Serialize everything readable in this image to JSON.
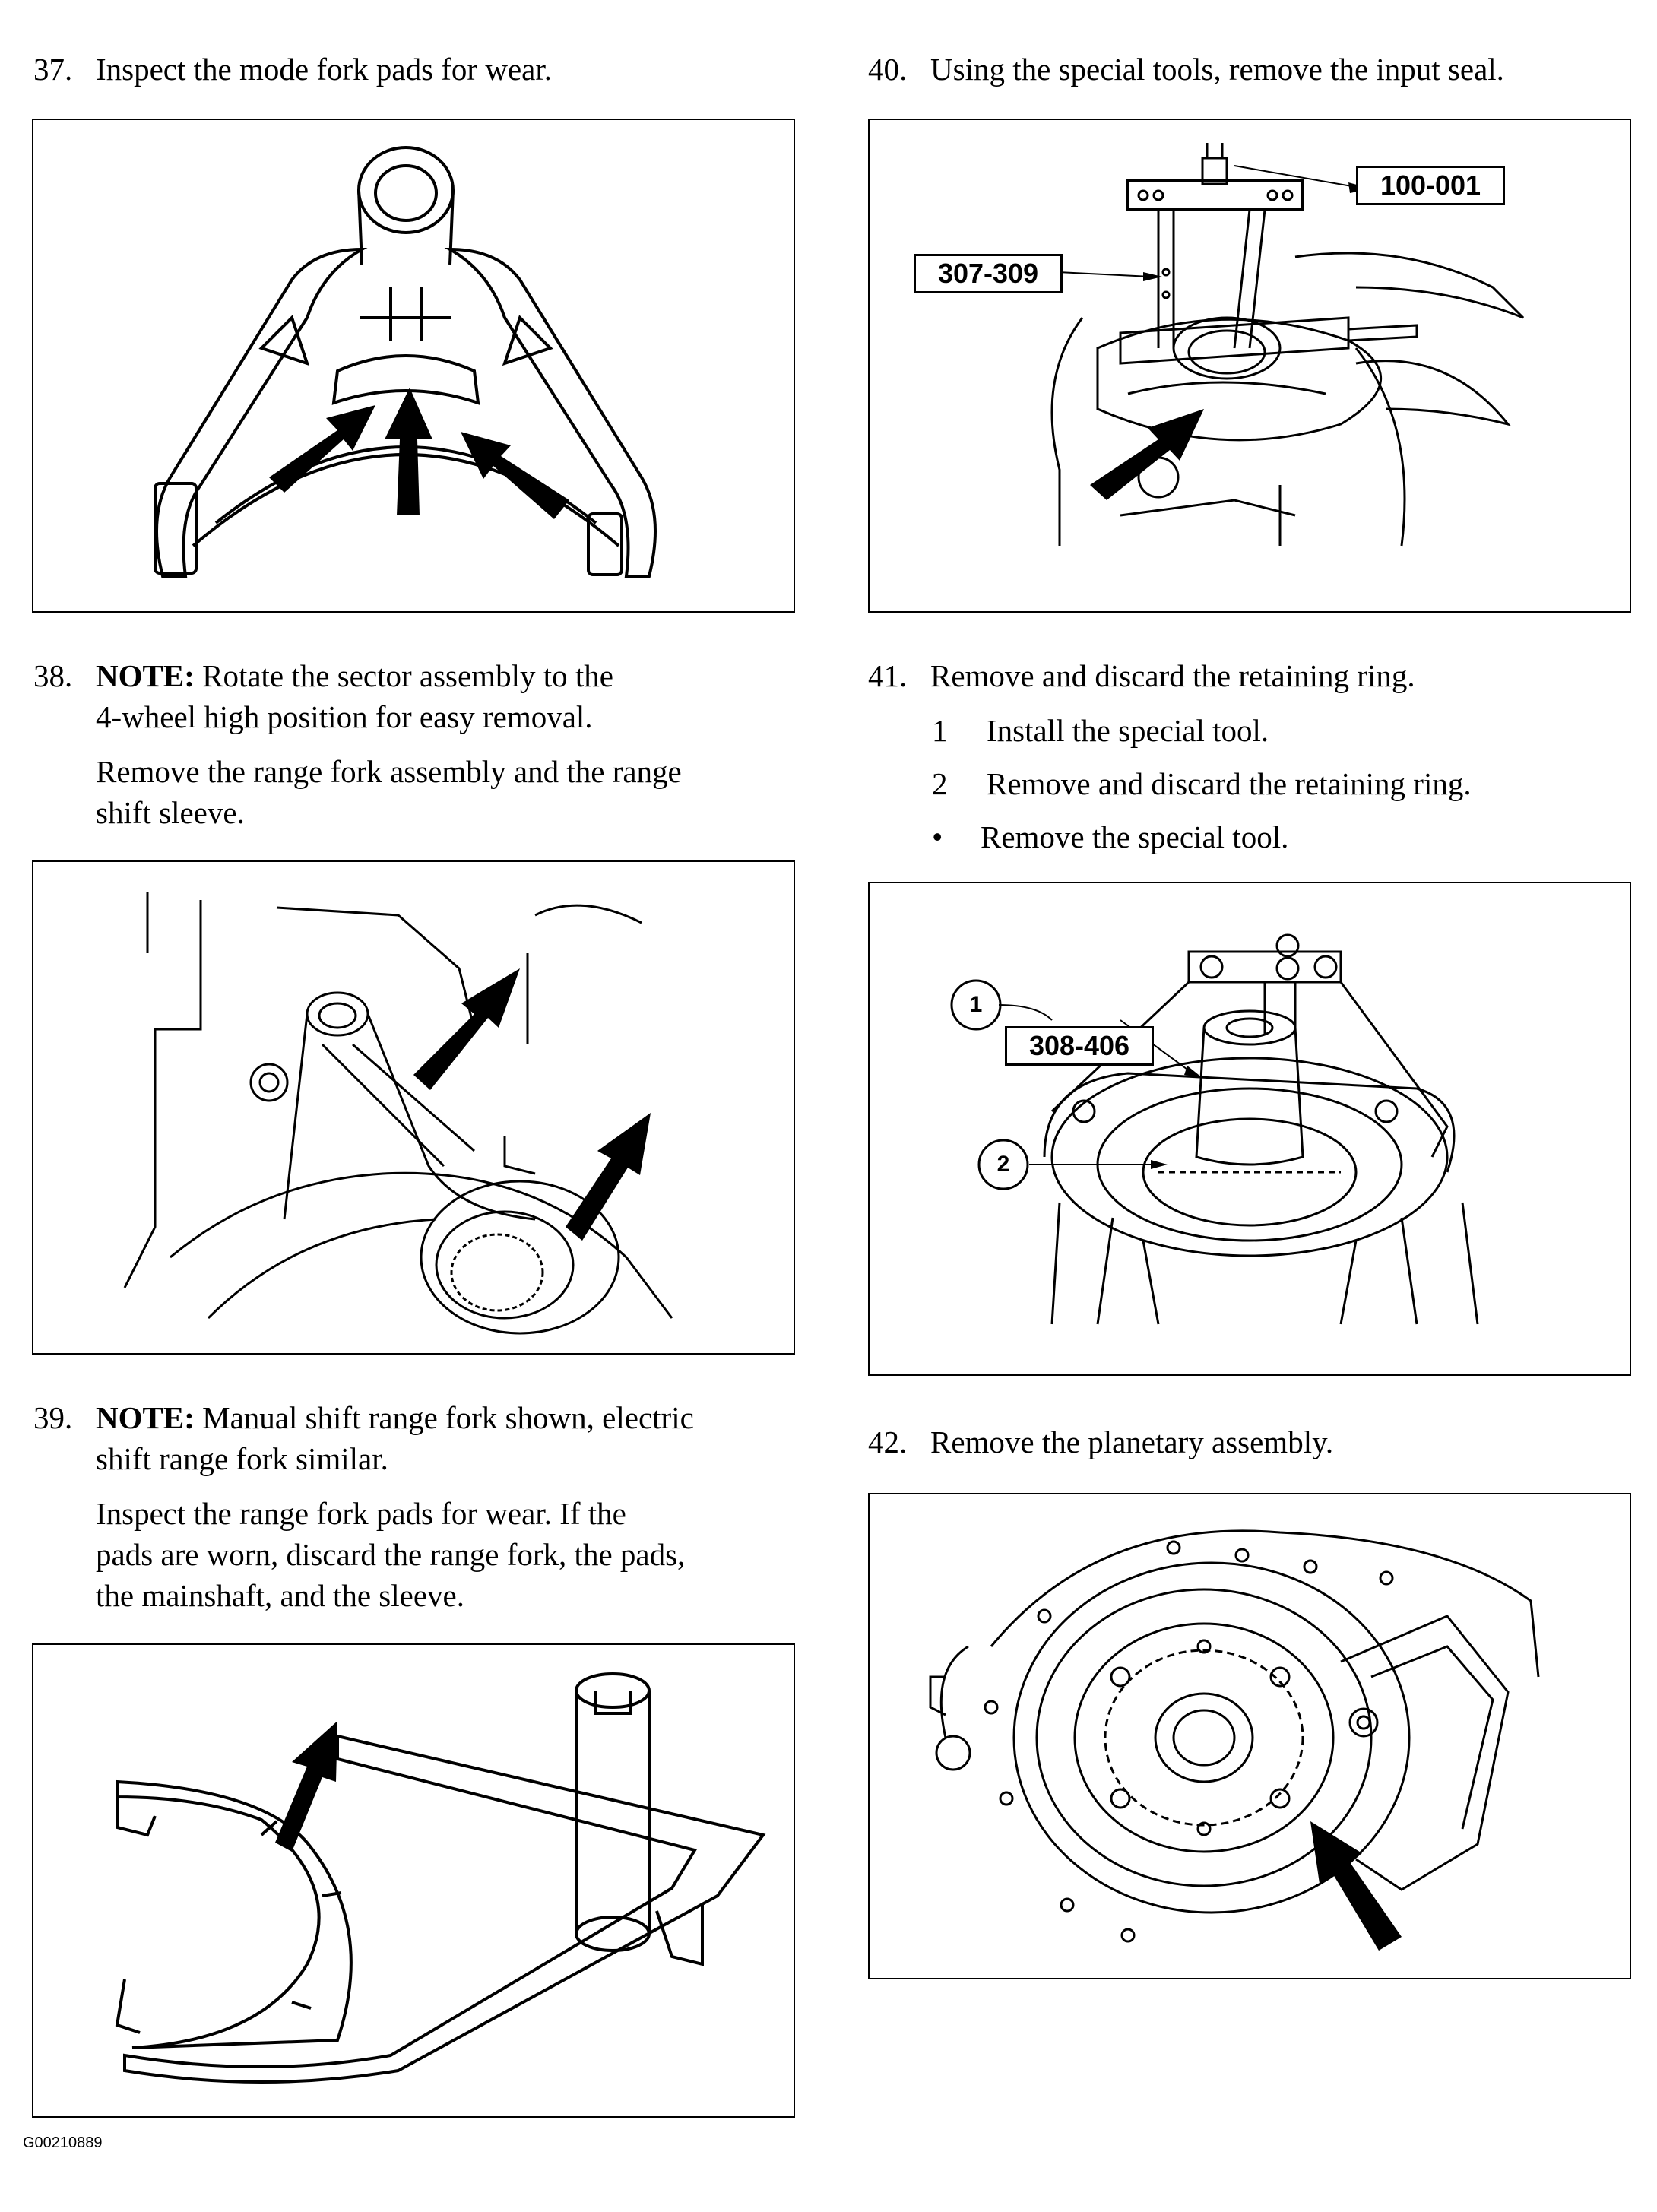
{
  "steps": {
    "s37": {
      "num": "37.",
      "text": "Inspect the mode fork pads for wear."
    },
    "s38": {
      "num": "38.",
      "note_label": "NOTE:",
      "note_text": "Rotate the sector assembly to the",
      "note_text2": "4-wheel high position for easy removal.",
      "text1": "Remove the range fork assembly and the range",
      "text2": "shift sleeve."
    },
    "s39": {
      "num": "39.",
      "note_label": "NOTE:",
      "note_text": "Manual shift range fork shown, electric",
      "note_text2": "shift range fork similar.",
      "text1": "Inspect the range fork pads for wear. If the",
      "text2": "pads are worn, discard the range fork, the pads,",
      "text3": "the mainshaft, and the sleeve."
    },
    "s40": {
      "num": "40.",
      "text": "Using the special tools, remove the input seal."
    },
    "s41": {
      "num": "41.",
      "text": "Remove and discard the retaining ring.",
      "sub": [
        {
          "marker": "1",
          "text": "Install the special tool."
        },
        {
          "marker": "2",
          "text": "Remove and discard the retaining ring."
        },
        {
          "marker": "•",
          "text": "Remove the special tool."
        }
      ]
    },
    "s42": {
      "num": "42.",
      "text": "Remove the planetary assembly."
    }
  },
  "callouts": {
    "fig40_a": "100-001",
    "fig40_b": "307-309",
    "fig41_tool": "308-406",
    "fig41_c1": "1",
    "fig41_c2": "2"
  },
  "footer": {
    "code": "G00210889"
  }
}
